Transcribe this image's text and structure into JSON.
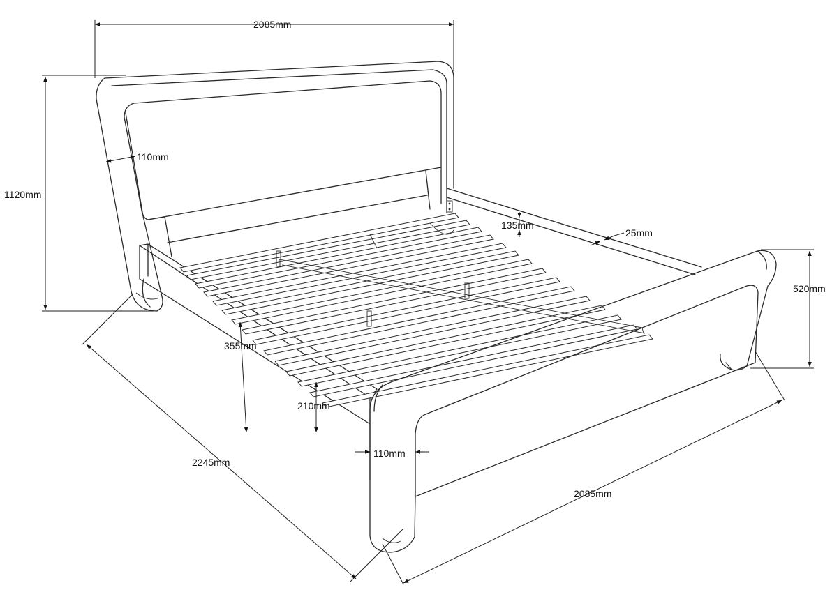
{
  "dimensions": {
    "overall_width_top": "2085mm",
    "headboard_thickness": "110mm",
    "headboard_height": "1120mm",
    "side_rail_height": "135mm",
    "side_rail_thickness": "25mm",
    "footboard_height": "520mm",
    "underbed_clearance": "355mm",
    "rail_to_floor": "210mm",
    "footboard_thickness": "110mm",
    "overall_length": "2245mm",
    "overall_width_bottom": "2085mm"
  },
  "colors": {
    "line": "#2a2a2a",
    "background": "#ffffff"
  }
}
